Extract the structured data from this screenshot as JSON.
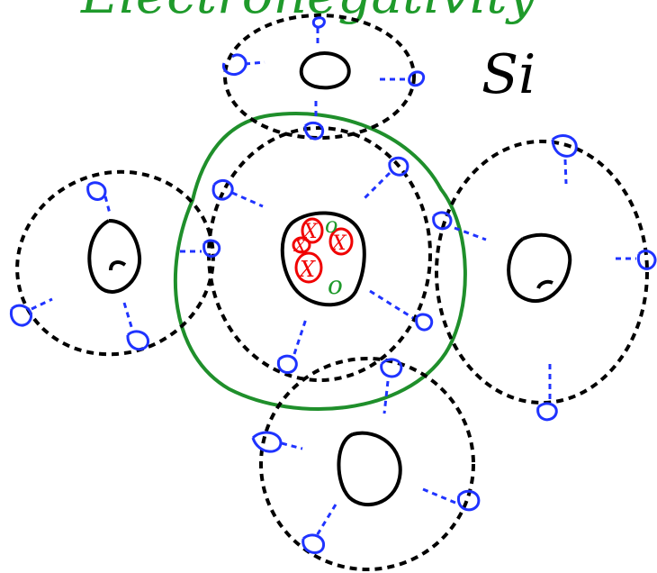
{
  "labels": {
    "top_heading": "Electronegativity",
    "element_symbol": "Si",
    "core_marks": [
      "X",
      "X",
      "X",
      "X",
      "o",
      "o"
    ]
  },
  "colors": {
    "handwriting": "#1f9a2b",
    "highlight_shell": "#1f8f2b",
    "electron": "#1f33ff",
    "shell_outline": "#000000",
    "core_red": "#f00000",
    "core_green": "#1f9a2b"
  }
}
